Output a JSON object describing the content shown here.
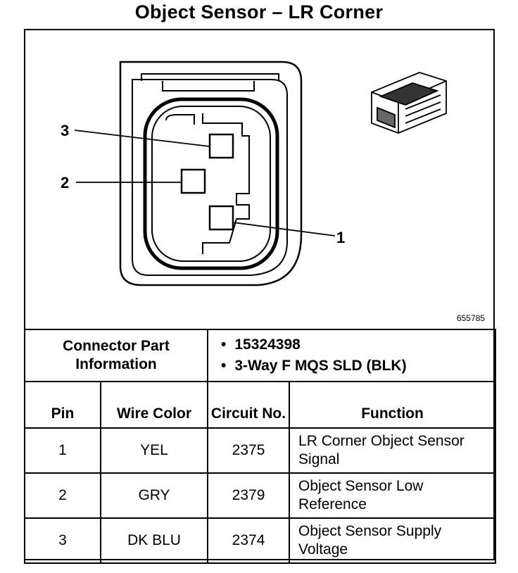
{
  "title": "Object Sensor – LR Corner",
  "figure_id": "655785",
  "pin_callouts": [
    "3",
    "2",
    "1"
  ],
  "connector_info": {
    "label": "Connector Part Information",
    "values": [
      "15324398",
      "3-Way F MQS SLD (BLK)"
    ]
  },
  "columns": {
    "pin": "Pin",
    "wire_color": "Wire Color",
    "circuit": "Circuit No.",
    "function": "Function"
  },
  "rows": [
    {
      "pin": "1",
      "wire_color": "YEL",
      "circuit": "2375",
      "function": "LR Corner Object Sensor Signal"
    },
    {
      "pin": "2",
      "wire_color": "GRY",
      "circuit": "2379",
      "function": "Object Sensor Low Reference"
    },
    {
      "pin": "3",
      "wire_color": "DK BLU",
      "circuit": "2374",
      "function": "Object Sensor Supply Voltage"
    }
  ]
}
